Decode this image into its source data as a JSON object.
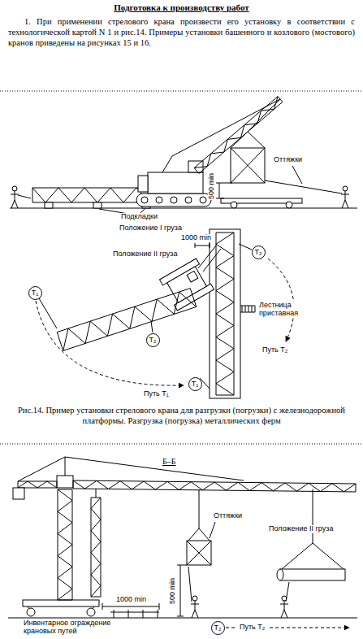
{
  "diagram": {
    "title": "Подготовка к производству работ",
    "caption": "Рис.14. Пример установки стрелового крана для разгрузки (погрузки) с железнодорожной платформы. Разгрузка (погрузка) металлических ферм",
    "nodes": [
      {
        "text": [
          "T₂"
        ]
      },
      {
        "text": [
          "T₁"
        ]
      },
      {
        "text": [
          "T₂"
        ]
      },
      {
        "text": [
          "T₁"
        ]
      },
      {
        "text": [
          "T₂"
        ]
      }
    ],
    "labels": [
      "1. При применении стрелового крана произвести его установку в соответствии с технологической картой N 1 и рис.14. Примеры установки башенного и козлового (мостового) кранов приведены на рисунках 15 и 16.",
      "Оттяжки",
      "500 min",
      "Подкладки",
      "Положение I груза",
      "1000 min",
      "Положение II груза",
      "Лестница приставная",
      "Путь T₂",
      "Путь T₁",
      "Б–Б",
      "Оттяжки",
      "Положение II груза",
      "500 min",
      "1000 min",
      "Инвентарное ограждение крановых путей",
      "Путь T₂"
    ]
  }
}
